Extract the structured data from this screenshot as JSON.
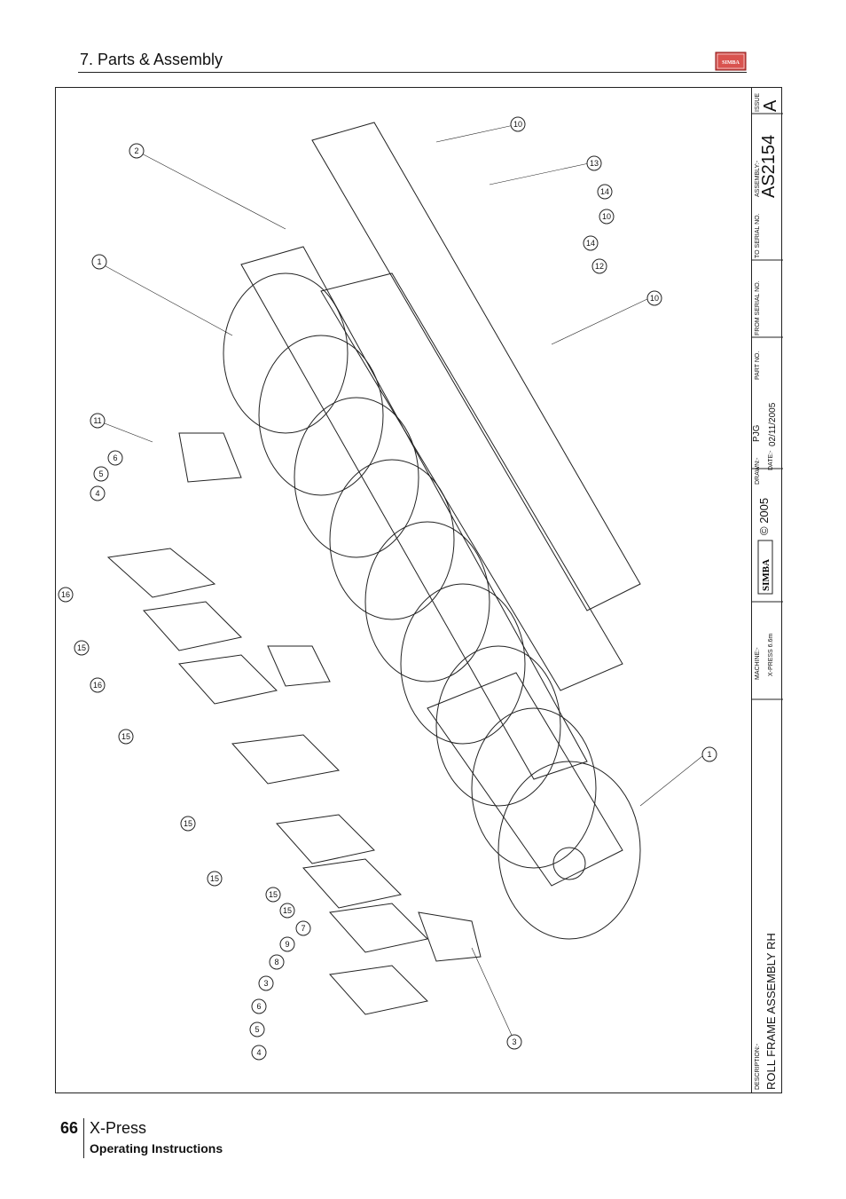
{
  "header": {
    "section_title": "7. Parts & Assembly",
    "brand_logo": "SIMBA"
  },
  "title_block": {
    "issue_label": "ISSUE",
    "issue_value": "A",
    "assembly_label": "ASSEMBLY:-",
    "assembly_value": "AS2154",
    "to_serial_label": "TO SERIAL NO.",
    "from_serial_label": "FROM SERIAL NO.",
    "part_no_label": "PART NO.",
    "drawn_label": "DRAWN:-",
    "drawn_value": "PJG",
    "date_label": "DATE:-",
    "date_value": "02/11/2005",
    "copyright": "© 2005",
    "brand_logo": "SIMBA",
    "machine_label": "MACHINE:-",
    "machine_value": "X-PRESS 6.6m",
    "description_label": "DESCRIPTION:-",
    "description_value": "ROLL FRAME ASSEMBLY RH"
  },
  "callouts": [
    "10",
    "2",
    "13",
    "14",
    "10",
    "14",
    "12",
    "1",
    "10",
    "11",
    "6",
    "5",
    "4",
    "16",
    "15",
    "16",
    "15",
    "15",
    "1",
    "15",
    "15",
    "15",
    "7",
    "9",
    "8",
    "3",
    "6",
    "5",
    "4",
    "3"
  ],
  "footer": {
    "page_number": "66",
    "product": "X-Press",
    "subtitle": "Operating Instructions"
  }
}
